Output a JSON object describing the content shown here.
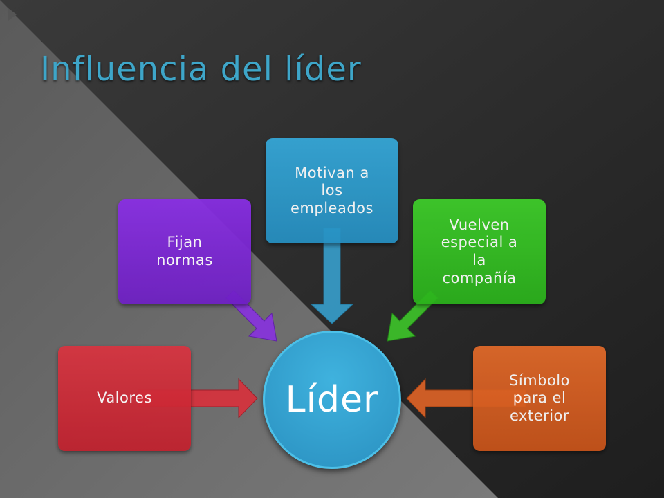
{
  "slide": {
    "title": "Influencia del líder"
  },
  "diagram": {
    "center": "Líder",
    "nodes": [
      {
        "id": "valores",
        "lines": [
          "Valores"
        ],
        "color": "#c1202d"
      },
      {
        "id": "normas",
        "lines": [
          "Fijan",
          "normas"
        ],
        "color": "#6e1fc4"
      },
      {
        "id": "motivan",
        "lines": [
          "Motivan a",
          "los",
          "empleados"
        ],
        "color": "#2690c2"
      },
      {
        "id": "especial",
        "lines": [
          "Vuelven",
          "especial a",
          "la",
          "compañía"
        ],
        "color": "#2bb21c"
      },
      {
        "id": "simbolo",
        "lines": [
          "Símbolo",
          "para el",
          "exterior"
        ],
        "color": "#c9541a"
      }
    ]
  },
  "colors": {
    "title": "#3ea6c9",
    "background_dark": "#1f1f1f",
    "background_light": "#6a6a6a"
  }
}
